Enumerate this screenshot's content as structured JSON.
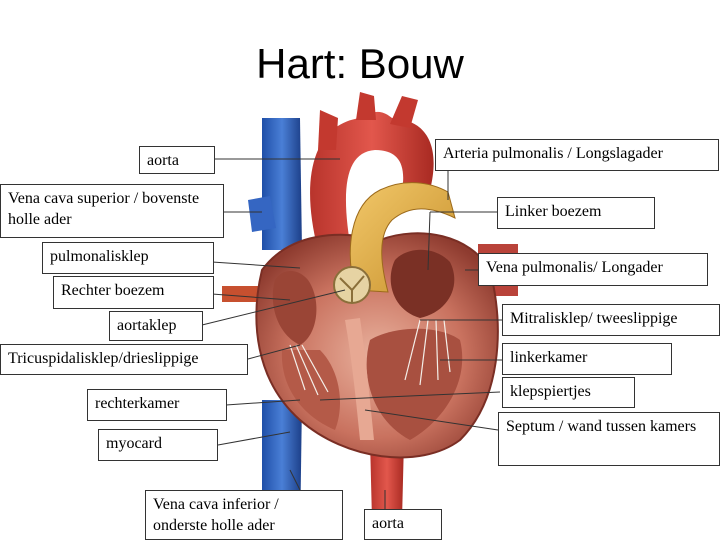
{
  "title": "Hart: Bouw",
  "labels": {
    "aorta_top": "aorta",
    "vena_cava_superior": "Vena cava superior / bovenste holle ader",
    "pulmonalisklep": "pulmonalisklep",
    "rechter_boezem": "Rechter boezem",
    "aortaklep": "aortaklep",
    "tricuspidalisklep": "Tricuspidalisklep/drieslippige",
    "rechterkamer": "rechterkamer",
    "myocard": "myocard",
    "vena_cava_inferior": "Vena cava inferior / onderste holle ader",
    "aorta_bottom": "aorta",
    "arteria_pulmonalis": "Arteria pulmonalis / Longslagader",
    "linker_boezem": "Linker boezem",
    "vena_pulmonalis": "Vena pulmonalis/ Longader",
    "mitralisklep": "Mitralisklep/ tweeslippige",
    "linkerkamer": "linkerkamer",
    "klepspiertjes": "klepspiertjes",
    "septum": "Septum / wand tussen kamers"
  }
}
